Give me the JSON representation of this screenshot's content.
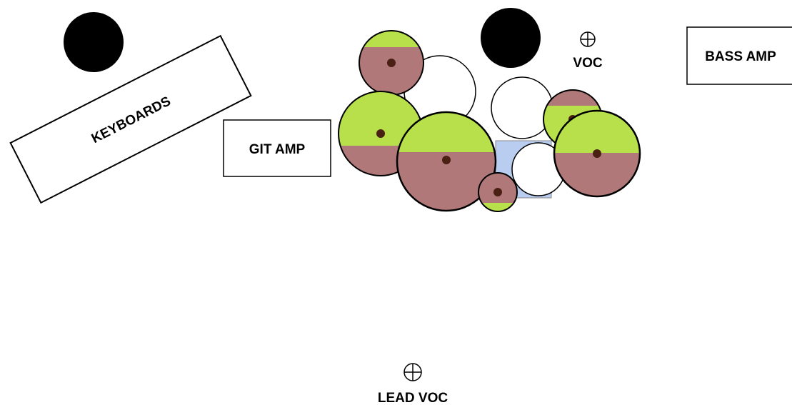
{
  "labels": {
    "keyboards": "KEYBOARDS",
    "git_amp": "GIT AMP",
    "bass_amp": "BASS AMP",
    "voc": "VOC",
    "lead_voc": "LEAD VOC"
  },
  "colors": {
    "speaker": "#000000",
    "drum_top": "#b8e04a",
    "drum_bottom": "#b07878",
    "drum_center": "#4a1f14",
    "riser": "#b8cdf0",
    "outline": "#000000",
    "background": "#ffffff"
  },
  "icons": {
    "microphone": "crosshair-mic-icon"
  }
}
